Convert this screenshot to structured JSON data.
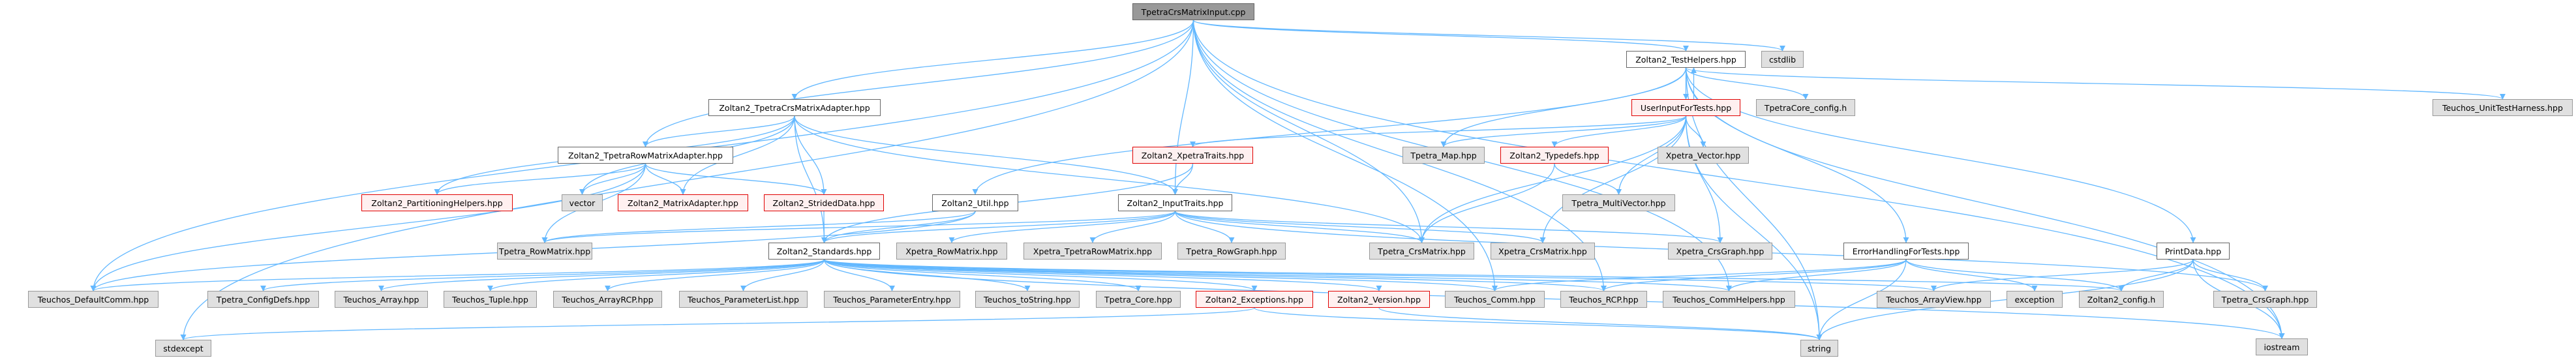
{
  "graph": {
    "title": "TpetraCrsMatrixInput.cpp",
    "edge_color": "#63b8ff",
    "colors": {
      "root_fill": "#999999",
      "documented_fill": "#ffffff",
      "undocumented_fill": "#fff0f0",
      "undocumented_border": "#e00000",
      "external_fill": "#e0e0e0"
    },
    "nodes": [
      {
        "id": "root",
        "label": "TpetraCrsMatrixInput.cpp",
        "kind": "root"
      },
      {
        "id": "testhelpers",
        "label": "Zoltan2_TestHelpers.hpp",
        "kind": "doc"
      },
      {
        "id": "cstdlib",
        "label": "cstdlib",
        "kind": "ext"
      },
      {
        "id": "crsadapter",
        "label": "Zoltan2_TpetraCrsMatrixAdapter.hpp",
        "kind": "doc"
      },
      {
        "id": "userinput",
        "label": "UserInputForTests.hpp",
        "kind": "red"
      },
      {
        "id": "tpetracoreconfig",
        "label": "TpetraCore_config.h",
        "kind": "ext"
      },
      {
        "id": "unittest",
        "label": "Teuchos_UnitTestHarness.hpp",
        "kind": "ext"
      },
      {
        "id": "rowadapter",
        "label": "Zoltan2_TpetraRowMatrixAdapter.hpp",
        "kind": "doc"
      },
      {
        "id": "xpetratraits",
        "label": "Zoltan2_XpetraTraits.hpp",
        "kind": "red"
      },
      {
        "id": "tpetramap",
        "label": "Tpetra_Map.hpp",
        "kind": "ext"
      },
      {
        "id": "typedefs",
        "label": "Zoltan2_Typedefs.hpp",
        "kind": "red"
      },
      {
        "id": "xpetravector",
        "label": "Xpetra_Vector.hpp",
        "kind": "ext"
      },
      {
        "id": "partitioning",
        "label": "Zoltan2_PartitioningHelpers.hpp",
        "kind": "red"
      },
      {
        "id": "vector",
        "label": "vector",
        "kind": "ext"
      },
      {
        "id": "matrixadapter",
        "label": "Zoltan2_MatrixAdapter.hpp",
        "kind": "red"
      },
      {
        "id": "strided",
        "label": "Zoltan2_StridedData.hpp",
        "kind": "red"
      },
      {
        "id": "util",
        "label": "Zoltan2_Util.hpp",
        "kind": "doc"
      },
      {
        "id": "inputtraits",
        "label": "Zoltan2_InputTraits.hpp",
        "kind": "doc"
      },
      {
        "id": "multivector",
        "label": "Tpetra_MultiVector.hpp",
        "kind": "ext"
      },
      {
        "id": "tpetrarowmatrix",
        "label": "Tpetra_RowMatrix.hpp",
        "kind": "ext"
      },
      {
        "id": "standards",
        "label": "Zoltan2_Standards.hpp",
        "kind": "doc"
      },
      {
        "id": "xpetrarowmatrix",
        "label": "Xpetra_RowMatrix.hpp",
        "kind": "ext"
      },
      {
        "id": "xpetratpetrarow",
        "label": "Xpetra_TpetraRowMatrix.hpp",
        "kind": "ext"
      },
      {
        "id": "tpetrarowgraph",
        "label": "Tpetra_RowGraph.hpp",
        "kind": "ext"
      },
      {
        "id": "tpetracrsmatrix",
        "label": "Tpetra_CrsMatrix.hpp",
        "kind": "ext"
      },
      {
        "id": "xpetracrsmatrix",
        "label": "Xpetra_CrsMatrix.hpp",
        "kind": "ext"
      },
      {
        "id": "xpetracrsgraph",
        "label": "Xpetra_CrsGraph.hpp",
        "kind": "ext"
      },
      {
        "id": "errorhandling",
        "label": "ErrorHandlingForTests.hpp",
        "kind": "doc"
      },
      {
        "id": "printdata",
        "label": "PrintData.hpp",
        "kind": "doc"
      },
      {
        "id": "defaultcomm",
        "label": "Teuchos_DefaultComm.hpp",
        "kind": "ext"
      },
      {
        "id": "configdefs",
        "label": "Tpetra_ConfigDefs.hpp",
        "kind": "ext"
      },
      {
        "id": "teuchosarray",
        "label": "Teuchos_Array.hpp",
        "kind": "ext"
      },
      {
        "id": "tuple",
        "label": "Teuchos_Tuple.hpp",
        "kind": "ext"
      },
      {
        "id": "arrayrcp",
        "label": "Teuchos_ArrayRCP.hpp",
        "kind": "ext"
      },
      {
        "id": "paramlist",
        "label": "Teuchos_ParameterList.hpp",
        "kind": "ext"
      },
      {
        "id": "paramentry",
        "label": "Teuchos_ParameterEntry.hpp",
        "kind": "ext"
      },
      {
        "id": "tostring",
        "label": "Teuchos_toString.hpp",
        "kind": "ext"
      },
      {
        "id": "tpetracore",
        "label": "Tpetra_Core.hpp",
        "kind": "ext"
      },
      {
        "id": "exceptions",
        "label": "Zoltan2_Exceptions.hpp",
        "kind": "red"
      },
      {
        "id": "version",
        "label": "Zoltan2_Version.hpp",
        "kind": "red"
      },
      {
        "id": "teuchoscomm",
        "label": "Teuchos_Comm.hpp",
        "kind": "ext"
      },
      {
        "id": "rcp",
        "label": "Teuchos_RCP.hpp",
        "kind": "ext"
      },
      {
        "id": "commhelpers",
        "label": "Teuchos_CommHelpers.hpp",
        "kind": "ext"
      },
      {
        "id": "arrayview",
        "label": "Teuchos_ArrayView.hpp",
        "kind": "ext"
      },
      {
        "id": "exception",
        "label": "exception",
        "kind": "ext"
      },
      {
        "id": "zconfig",
        "label": "Zoltan2_config.h",
        "kind": "ext"
      },
      {
        "id": "tpetracrsgraph",
        "label": "Tpetra_CrsGraph.hpp",
        "kind": "ext"
      },
      {
        "id": "stdexcept",
        "label": "stdexcept",
        "kind": "ext"
      },
      {
        "id": "string",
        "label": "string",
        "kind": "ext"
      },
      {
        "id": "iostream",
        "label": "iostream",
        "kind": "ext"
      }
    ],
    "edges": [
      [
        "root",
        "testhelpers"
      ],
      [
        "root",
        "cstdlib"
      ],
      [
        "root",
        "crsadapter"
      ],
      [
        "root",
        "rowadapter"
      ],
      [
        "root",
        "inputtraits"
      ],
      [
        "root",
        "stdexcept"
      ],
      [
        "root",
        "defaultcomm"
      ],
      [
        "root",
        "tpetracrsmatrix"
      ],
      [
        "root",
        "teuchoscomm"
      ],
      [
        "root",
        "commhelpers"
      ],
      [
        "root",
        "rcp"
      ],
      [
        "root",
        "iostream"
      ],
      [
        "testhelpers",
        "userinput"
      ],
      [
        "testhelpers",
        "tpetracoreconfig"
      ],
      [
        "testhelpers",
        "unittest"
      ],
      [
        "testhelpers",
        "errorhandling"
      ],
      [
        "testhelpers",
        "printdata"
      ],
      [
        "testhelpers",
        "util"
      ],
      [
        "testhelpers",
        "string"
      ],
      [
        "testhelpers",
        "iostream"
      ],
      [
        "testhelpers",
        "tpetramap"
      ],
      [
        "userinput",
        "testhelpers"
      ],
      [
        "userinput",
        "xpetratraits"
      ],
      [
        "userinput",
        "typedefs"
      ],
      [
        "userinput",
        "xpetravector"
      ],
      [
        "userinput",
        "multivector"
      ],
      [
        "userinput",
        "tpetramap"
      ],
      [
        "userinput",
        "tpetracrsmatrix"
      ],
      [
        "userinput",
        "xpetracrsmatrix"
      ],
      [
        "userinput",
        "xpetracrsgraph"
      ],
      [
        "userinput",
        "string"
      ],
      [
        "crsadapter",
        "rowadapter"
      ],
      [
        "crsadapter",
        "partitioning"
      ],
      [
        "crsadapter",
        "vector"
      ],
      [
        "crsadapter",
        "matrixadapter"
      ],
      [
        "crsadapter",
        "strided"
      ],
      [
        "crsadapter",
        "inputtraits"
      ],
      [
        "crsadapter",
        "tpetracrsmatrix"
      ],
      [
        "crsadapter",
        "standards"
      ],
      [
        "rowadapter",
        "partitioning"
      ],
      [
        "rowadapter",
        "vector"
      ],
      [
        "rowadapter",
        "matrixadapter"
      ],
      [
        "rowadapter",
        "strided"
      ],
      [
        "rowadapter",
        "tpetrarowmatrix"
      ],
      [
        "rowadapter",
        "defaultcomm"
      ],
      [
        "xpetratraits",
        "inputtraits"
      ],
      [
        "xpetratraits",
        "standards"
      ],
      [
        "typedefs",
        "multivector"
      ],
      [
        "typedefs",
        "tpetracrsmatrix"
      ],
      [
        "strided",
        "standards"
      ],
      [
        "util",
        "standards"
      ],
      [
        "util",
        "defaultcomm"
      ],
      [
        "util",
        "tpetrarowmatrix"
      ],
      [
        "inputtraits",
        "standards"
      ],
      [
        "inputtraits",
        "xpetrarowmatrix"
      ],
      [
        "inputtraits",
        "xpetratpetrarow"
      ],
      [
        "inputtraits",
        "tpetrarowgraph"
      ],
      [
        "inputtraits",
        "tpetracrsmatrix"
      ],
      [
        "inputtraits",
        "xpetracrsmatrix"
      ],
      [
        "inputtraits",
        "xpetracrsgraph"
      ],
      [
        "inputtraits",
        "tpetracrsgraph"
      ],
      [
        "inputtraits",
        "tpetrarowmatrix"
      ],
      [
        "standards",
        "defaultcomm"
      ],
      [
        "standards",
        "configdefs"
      ],
      [
        "standards",
        "teuchosarray"
      ],
      [
        "standards",
        "tuple"
      ],
      [
        "standards",
        "arrayrcp"
      ],
      [
        "standards",
        "paramlist"
      ],
      [
        "standards",
        "paramentry"
      ],
      [
        "standards",
        "tostring"
      ],
      [
        "standards",
        "tpetracore"
      ],
      [
        "standards",
        "exceptions"
      ],
      [
        "standards",
        "version"
      ],
      [
        "standards",
        "teuchoscomm"
      ],
      [
        "standards",
        "rcp"
      ],
      [
        "standards",
        "commhelpers"
      ],
      [
        "standards",
        "arrayview"
      ],
      [
        "standards",
        "zconfig"
      ],
      [
        "standards",
        "iostream"
      ],
      [
        "exceptions",
        "stdexcept"
      ],
      [
        "exceptions",
        "string"
      ],
      [
        "version",
        "string"
      ],
      [
        "errorhandling",
        "rcp"
      ],
      [
        "errorhandling",
        "teuchoscomm"
      ],
      [
        "errorhandling",
        "exception"
      ],
      [
        "errorhandling",
        "string"
      ],
      [
        "errorhandling",
        "zconfig"
      ],
      [
        "errorhandling",
        "commhelpers"
      ],
      [
        "printdata",
        "arrayview"
      ],
      [
        "printdata",
        "zconfig"
      ],
      [
        "printdata",
        "tpetracrsgraph"
      ],
      [
        "printdata",
        "string"
      ],
      [
        "printdata",
        "iostream"
      ]
    ]
  }
}
